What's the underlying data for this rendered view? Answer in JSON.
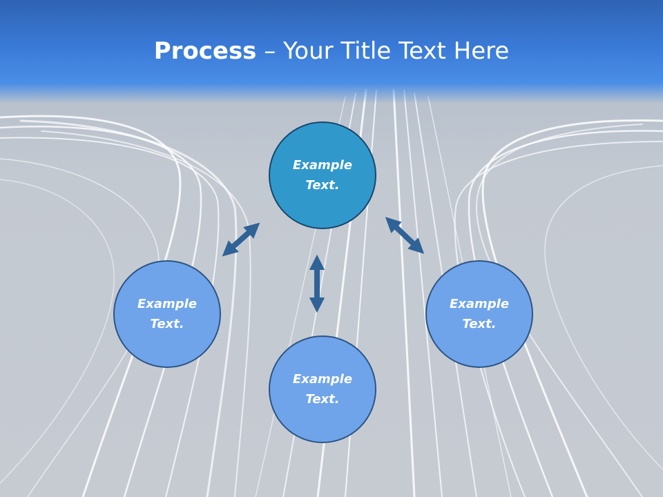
{
  "title": {
    "bold": "Process",
    "rest": " – Your Title Text Here"
  },
  "nodes": {
    "top": {
      "line1": "Example",
      "line2": "Text."
    },
    "left": {
      "line1": "Example",
      "line2": "Text."
    },
    "bottom": {
      "line1": "Example",
      "line2": "Text."
    },
    "right": {
      "line1": "Example",
      "line2": "Text."
    }
  },
  "colors": {
    "main_node": "#3198cc",
    "sub_node": "#6fa4ea",
    "arrow": "#2f6296",
    "header": "#3a7ad7"
  }
}
